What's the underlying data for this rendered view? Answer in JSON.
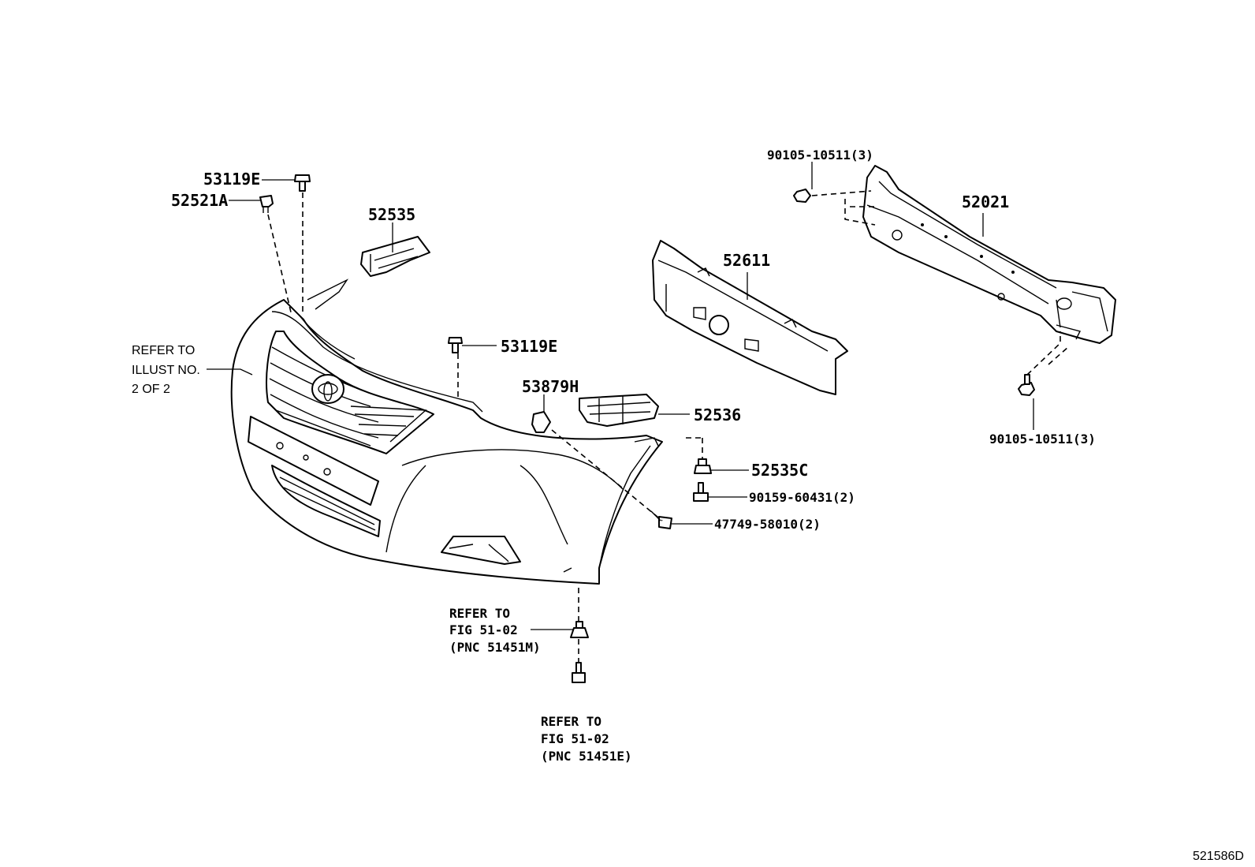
{
  "labels": {
    "p53119e_top": "53119E",
    "p52521a": "52521A",
    "p52535": "52535",
    "p53119e_mid": "53119E",
    "p52611": "52611",
    "p52021": "52021",
    "p90105_top": "90105-10511(3)",
    "p90105_bottom": "90105-10511(3)",
    "p53879h": "53879H",
    "p52536": "52536",
    "p52535c": "52535C",
    "p90159": "90159-60431(2)",
    "p47749": "47749-58010(2)",
    "refer_illust_1": "REFER TO",
    "refer_illust_2": "ILLUST NO.",
    "refer_illust_3": "2 OF 2",
    "refer_m_1": "REFER TO",
    "refer_m_2": "FIG 51-02",
    "refer_m_3": "(PNC 51451M)",
    "refer_e_1": "REFER TO",
    "refer_e_2": "FIG 51-02",
    "refer_e_3": "(PNC 51451E)",
    "illustration_id": "521586D"
  },
  "icons": {
    "toyota_emblem": "toyota-emblem-icon",
    "bolt": "bolt-icon",
    "clip": "clip-icon"
  }
}
